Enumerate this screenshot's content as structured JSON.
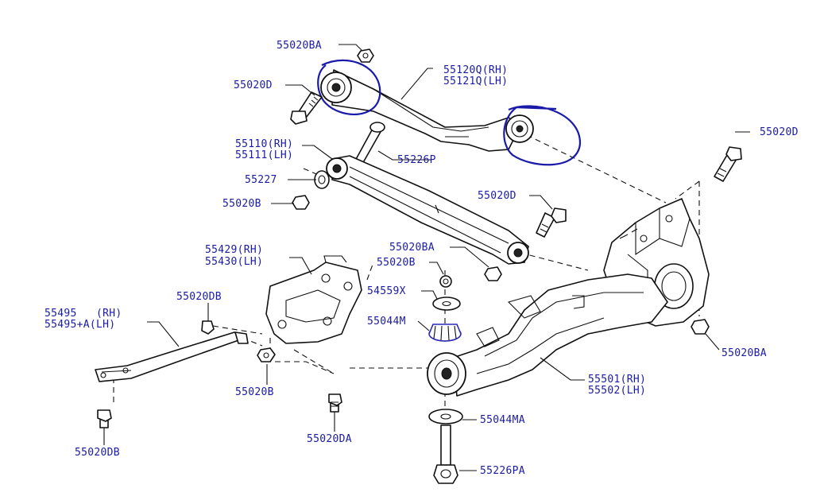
{
  "callouts": {
    "c_55020BA_top": "55020BA",
    "c_55120Q": "55120Q(RH)",
    "c_55121Q": "55121Q(LH)",
    "c_55020D_left": "55020D",
    "c_55020D_right": "55020D",
    "c_55110": "55110(RH)",
    "c_55111": "55111(LH)",
    "c_55226P": "55226P",
    "c_55227": "55227",
    "c_55020B_upper": "55020B",
    "c_55020D_mid": "55020D",
    "c_55020BA_mid": "55020BA",
    "c_55020B_mid": "55020B",
    "c_55429": "55429(RH)",
    "c_55430": "55430(LH)",
    "c_54559X": "54559X",
    "c_55044M": "55044M",
    "c_55020DB_top": "55020DB",
    "c_55495_rh": "55495   (RH)",
    "c_55495_lh": "55495+A(LH)",
    "c_55020BA_right": "55020BA",
    "c_55501": "55501(RH)",
    "c_55502": "55502(LH)",
    "c_55020B_lower": "55020B",
    "c_55020DA": "55020DA",
    "c_55044MA": "55044MA",
    "c_55020DB_bottom": "55020DB",
    "c_55226PA": "55226PA"
  },
  "colors": {
    "label": "#1a1aa8",
    "linework": "#111111",
    "highlight_circle": "#1a1aa8",
    "background": "#ffffff"
  }
}
